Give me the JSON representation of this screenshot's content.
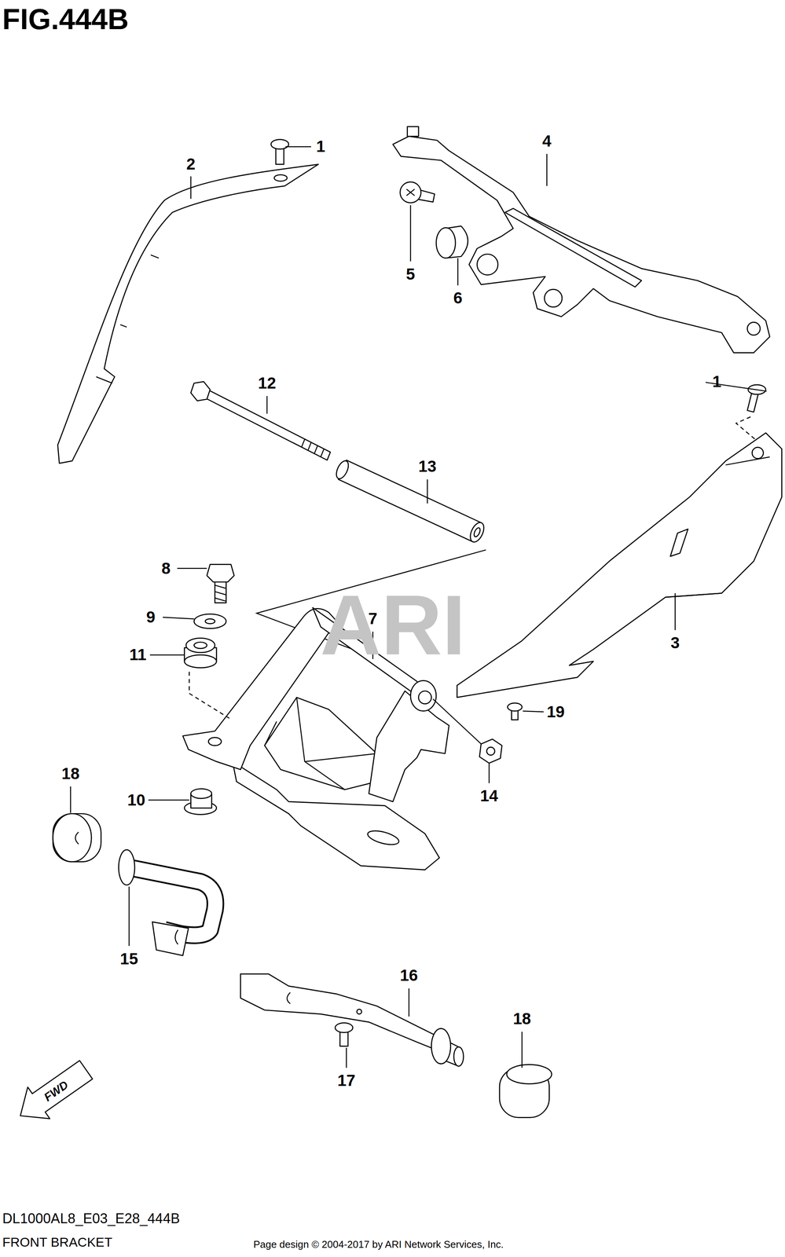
{
  "diagram": {
    "title": "FIG.444B",
    "labels": [
      "1",
      "2",
      "4",
      "5",
      "6",
      "1",
      "12",
      "13",
      "3",
      "8",
      "9",
      "11",
      "7",
      "19",
      "18",
      "10",
      "14",
      "15",
      "16",
      "18",
      "17",
      "ARI",
      "FWD",
      "DL1000AL8_E03_E28_444B",
      "FRONT BRACKET",
      "Page design © 2004-2017 by ARI Network Services, Inc."
    ]
  }
}
